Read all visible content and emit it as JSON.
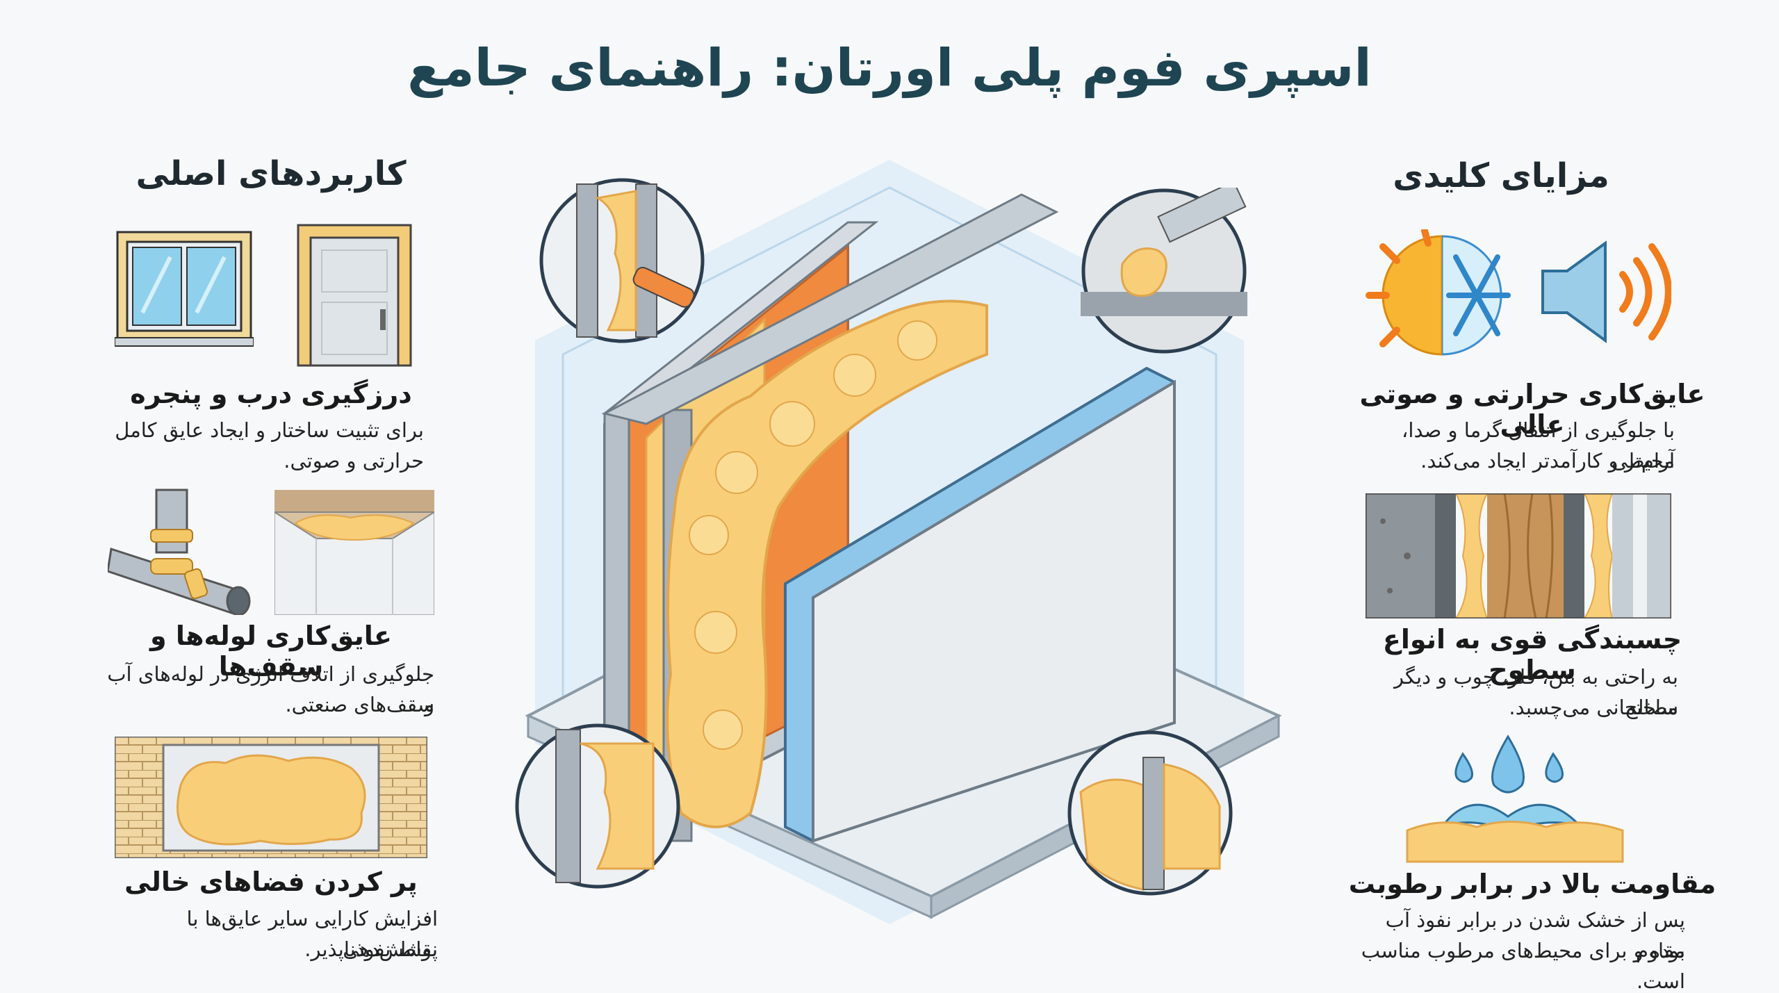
{
  "title": "اسپری فوم پلی اورتان: راهنمای جامع",
  "left": {
    "heading": "کاربردهای اصلی",
    "items": [
      {
        "title": "درزگیری درب و پنجره",
        "text_l1": "برای تثبیت ساختار و ایجاد عایق کامل",
        "text_l2": "حرارتی و صوتی."
      },
      {
        "title": "عایق‌کاری لوله‌ها و سقف‌ها",
        "text_l1": "جلوگیری از اتلاف انرژی در لوله‌های آب و",
        "text_l2": "سقف‌های صنعتی."
      },
      {
        "title": "پر کردن فضاهای خالی",
        "text_l1": "افزایش کارایی سایر عایق‌ها با پوشش‌دهی",
        "text_l2": "نقاط نفوذناپذیر."
      }
    ]
  },
  "right": {
    "heading": "مزایای کلیدی",
    "items": [
      {
        "title": "عایق‌کاری حرارتی و صوتی عالی",
        "text_l1": "با جلوگیری از انتقال گرما و صدا، محیطی",
        "text_l2": "آرام‌تر و کارآمدتر ایجاد می‌کند."
      },
      {
        "title": "چسبندگی قوی به انواع سطوح",
        "text_l1": "به راحتی به بتن، فلز، چوب و دیگر مصالح",
        "text_l2": "ساختمانی می‌چسبد."
      },
      {
        "title": "مقاومت بالا در برابر رطوبت",
        "text_l1": "پس از خشک شدن در برابر نفوذ آب مقاوم",
        "text_l2": "بوده و برای محیط‌های مرطوب مناسب است."
      }
    ]
  },
  "colors": {
    "foam": "#f8cf78",
    "foam_dark": "#e3a64b",
    "orange": "#f08a3e",
    "steel": "#aab3bc",
    "title": "#1f4552"
  },
  "icons": [
    "window-icon",
    "door-icon",
    "pipe-icon",
    "ceiling-icon",
    "brick-wall-icon",
    "sun-icon",
    "snowflake-icon",
    "speaker-icon",
    "materials-icon",
    "water-splash-icon"
  ]
}
